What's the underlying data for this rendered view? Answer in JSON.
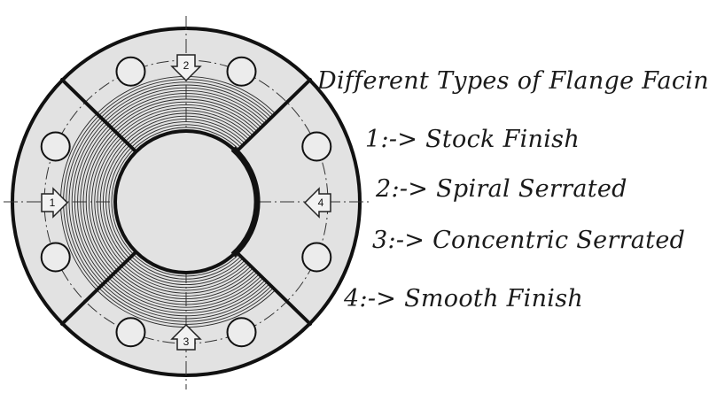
{
  "diagram": {
    "title": "Different Types of Flange Facing:",
    "items": [
      {
        "number": "1",
        "label": "1:-> Stock Finish"
      },
      {
        "number": "2",
        "label": "2:-> Spiral Serrated"
      },
      {
        "number": "3",
        "label": "3:-> Concentric Serrated"
      },
      {
        "number": "4",
        "label": "4:-> Smooth Finish"
      }
    ],
    "marker_labels": [
      "1",
      "2",
      "3",
      "4"
    ],
    "colors": {
      "fill": "#e2e2e2",
      "line": "#111111",
      "background": "#ffffff"
    }
  }
}
